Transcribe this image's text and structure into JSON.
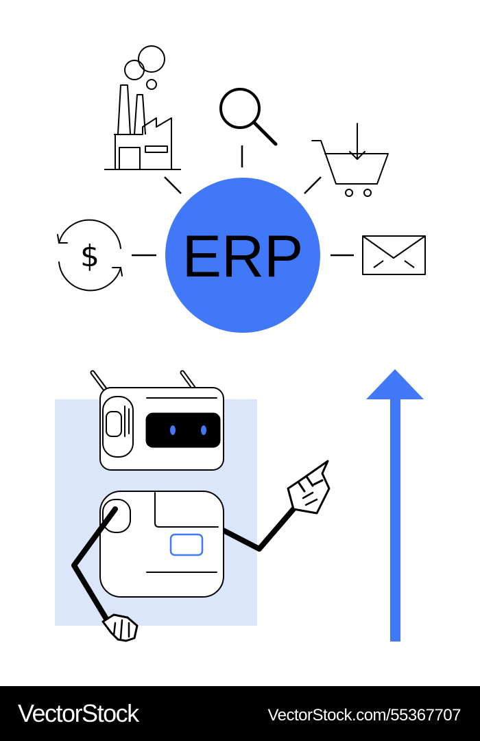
{
  "center": {
    "label": "ERP"
  },
  "footer": {
    "brand": "VectorStock",
    "image_id": "VectorStock.com/55367707"
  },
  "colors": {
    "accent": "#4178f8",
    "panel": "#dce6fb",
    "ink": "#000000",
    "footer_bg": "#000000"
  },
  "icons": [
    "factory-icon",
    "magnifier-icon",
    "shopping-cart-icon",
    "dollar-cycle-icon",
    "envelope-icon",
    "robot-illustration",
    "up-arrow-icon"
  ]
}
